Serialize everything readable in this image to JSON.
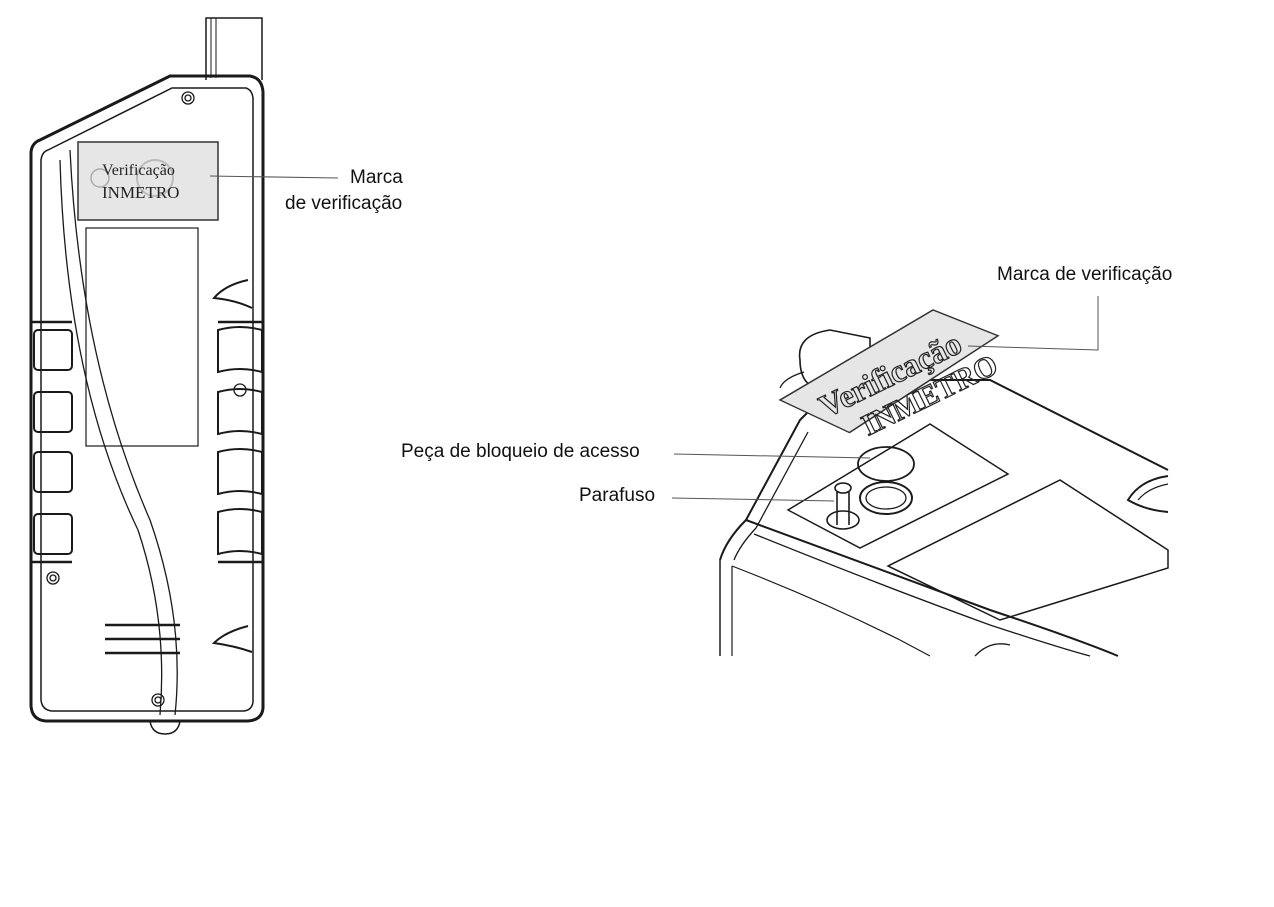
{
  "left_device": {
    "seal_line1": "Verificação",
    "seal_line2": "INMETRO",
    "callout_line1": "Marca",
    "callout_line2": "de verificação"
  },
  "right_device": {
    "seal_line1": "Verificação",
    "seal_line2": "INMETRO",
    "callout_mark": "Marca de verificação",
    "callout_lock": "Peça de bloqueio de acesso",
    "callout_screw": "Parafuso"
  },
  "colors": {
    "line": "#1a1a1a",
    "seal_fill": "#e6e6e6",
    "leader": "#555555"
  }
}
